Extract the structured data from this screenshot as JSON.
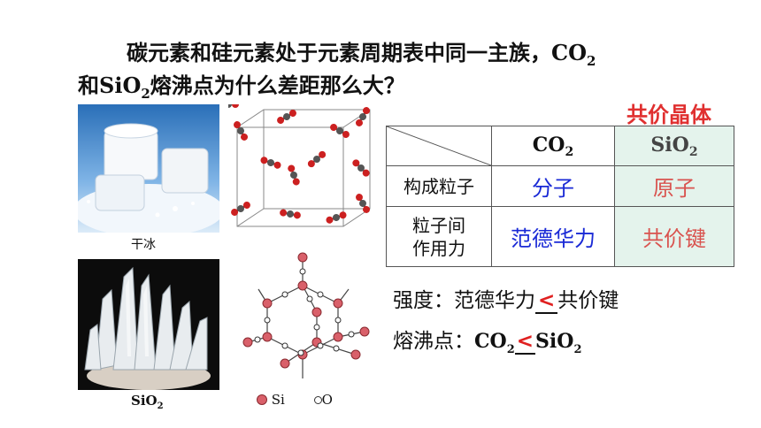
{
  "question": {
    "line1_text": "碳元素和硅元素处于元素周期表中同一主族，",
    "line1_formula": "CO",
    "line1_sub": "2",
    "line2_formula_prefix": "和",
    "line2_formula": "SiO",
    "line2_sub": "2",
    "line2_text": "熔沸点为什么差距那么大？"
  },
  "tag_label": "共价晶体",
  "images": {
    "dry_ice_caption": "干冰",
    "quartz_caption_main": "SiO",
    "quartz_caption_sub": "2",
    "legend_si": "Si",
    "legend_o": "O"
  },
  "table": {
    "col1_main": "CO",
    "col1_sub": "2",
    "col2_main": "SiO",
    "col2_sub": "2",
    "row1_label": "构成粒子",
    "row1_c1": "分子",
    "row1_c2": "原子",
    "row2_label_line1": "粒子间",
    "row2_label_line2": "作用力",
    "row2_c1": "范德华力",
    "row2_c2": "共价键"
  },
  "conclusions": {
    "strength_label": "强度：范德华力",
    "strength_symbol": "<",
    "strength_right": "共价键",
    "mp_label": "熔沸点：",
    "mp_left_main": "CO",
    "mp_left_sub": "2",
    "mp_symbol": "<",
    "mp_right_main": "SiO",
    "mp_right_sub": "2"
  },
  "colors": {
    "accent_red": "#e03030",
    "blue": "#1a2ad6",
    "shade": "#e4f3ec"
  }
}
